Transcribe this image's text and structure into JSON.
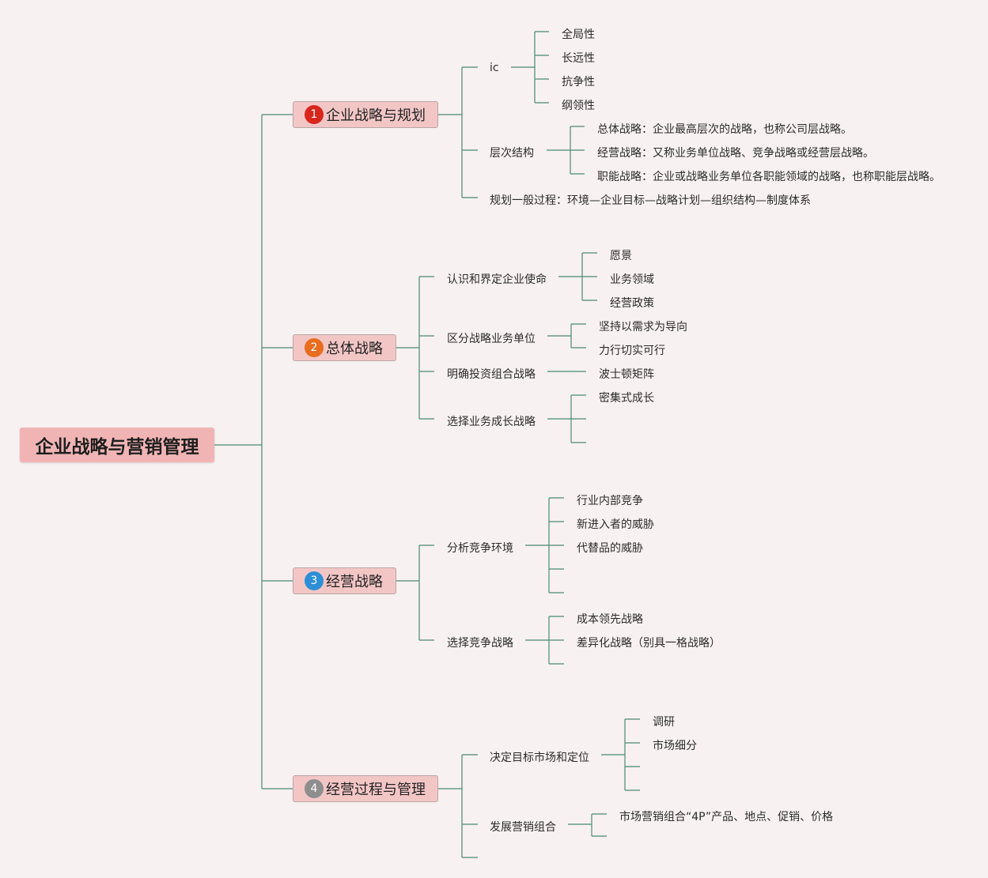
{
  "root": {
    "label": "企业战略与营销管理"
  },
  "branches": [
    {
      "badge": "1",
      "badge_color": "#d8261d",
      "label": "企业战略与规划",
      "children": [
        {
          "label": "ic",
          "children": [
            "全局性",
            "长远性",
            "抗争性",
            "纲领性"
          ]
        },
        {
          "label": "层次结构",
          "children": [
            "总体战略：企业最高层次的战略，也称公司层战略。",
            "经营战略：又称业务单位战略、竞争战略或经营层战略。",
            "职能战略：企业或战略业务单位各职能领域的战略，也称职能层战略。"
          ]
        },
        {
          "label": "规划一般过程：环境—企业目标—战略计划—组织结构—制度体系"
        }
      ]
    },
    {
      "badge": "2",
      "badge_color": "#e86d1f",
      "label": "总体战略",
      "children": [
        {
          "label": "认识和界定企业使命",
          "children": [
            "愿景",
            "业务领域",
            "经营政策"
          ]
        },
        {
          "label": "区分战略业务单位",
          "children": [
            "坚持以需求为导向",
            "力行切实可行"
          ]
        },
        {
          "label": "明确投资组合战略",
          "children": [
            "波士顿矩阵"
          ]
        },
        {
          "label": "选择业务成长战略",
          "children": [
            "密集式成长",
            "",
            ""
          ]
        }
      ]
    },
    {
      "badge": "3",
      "badge_color": "#2d8fd6",
      "label": "经营战略",
      "children": [
        {
          "label": "分析竞争环境",
          "children": [
            "行业内部竞争",
            "新进入者的威胁",
            "代替品的威胁",
            "",
            ""
          ]
        },
        {
          "label": "选择竞争战略",
          "children": [
            "成本领先战略",
            "差异化战略（别具一格战略）",
            ""
          ]
        }
      ]
    },
    {
      "badge": "4",
      "badge_color": "#8e8e8e",
      "label": "经营过程与管理",
      "children": [
        {
          "label": "决定目标市场和定位",
          "children": [
            "调研",
            "市场细分",
            "",
            ""
          ]
        },
        {
          "label": "发展营销组合",
          "children": [
            "市场营销组合“4P”产品、地点、促销、价格",
            ""
          ]
        },
        {
          "label": ""
        }
      ]
    }
  ]
}
